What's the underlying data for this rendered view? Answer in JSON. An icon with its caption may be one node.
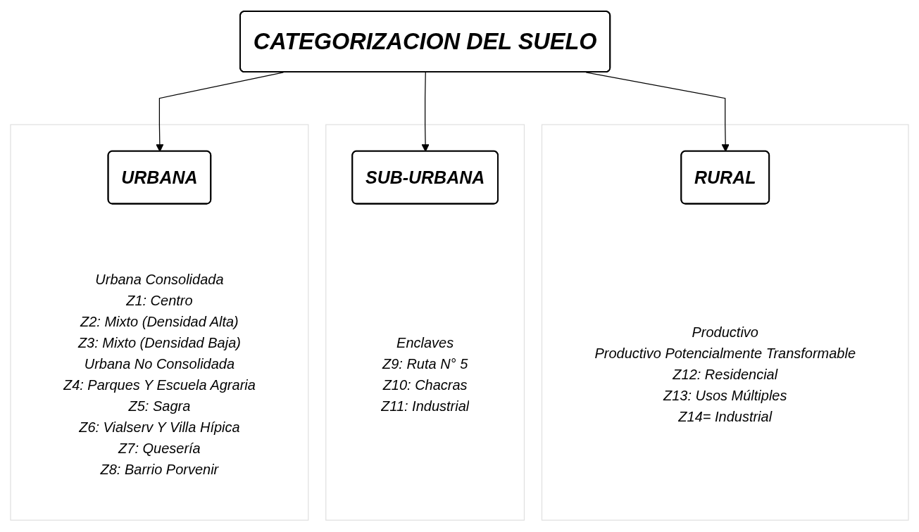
{
  "diagram": {
    "nodes": [
      {
        "text": [
          "CATEGORIZACION DEL SUELO"
        ]
      },
      {
        "text": [],
        "shape": "box"
      },
      {
        "text": [
          "URBANA"
        ],
        "in": 1
      },
      {
        "text": [
          "Urbana Consolidada",
          "Z1: Centro",
          "Z2: Mixto (Densidad Alta)",
          "Z3: Mixto (Densidad Baja)",
          "Urbana No Consolidada",
          "Z4: Parques Y Escuela Agraria",
          "Z5: Sagra",
          "Z6: Vialserv Y Villa Hípica",
          "Z7: Quesería",
          "Z8: Barrio Porvenir"
        ],
        "in": 1
      },
      {
        "text": [],
        "shape": "box"
      },
      {
        "text": [
          "SUB-URBANA"
        ],
        "in": 4
      },
      {
        "text": [
          "Enclaves",
          "Z9: Ruta N° 5",
          "Z10: Chacras",
          "Z11: Industrial"
        ],
        "in": 4
      },
      {
        "text": [],
        "shape": "box"
      },
      {
        "text": [
          "RURAL"
        ],
        "in": 7
      },
      {
        "text": [
          "Productivo",
          "Productivo Potencialmente Transformable",
          "Z12: Residencial",
          "Z13: Usos Múltiples",
          "Z14= Industrial"
        ],
        "in": 7
      }
    ],
    "edges": [
      {
        "from": 0,
        "to": 2,
        "arrow": "to"
      },
      {
        "from": 0,
        "to": 5,
        "arrow": "to"
      },
      {
        "from": 0,
        "to": 8,
        "arrow": "to"
      }
    ]
  }
}
